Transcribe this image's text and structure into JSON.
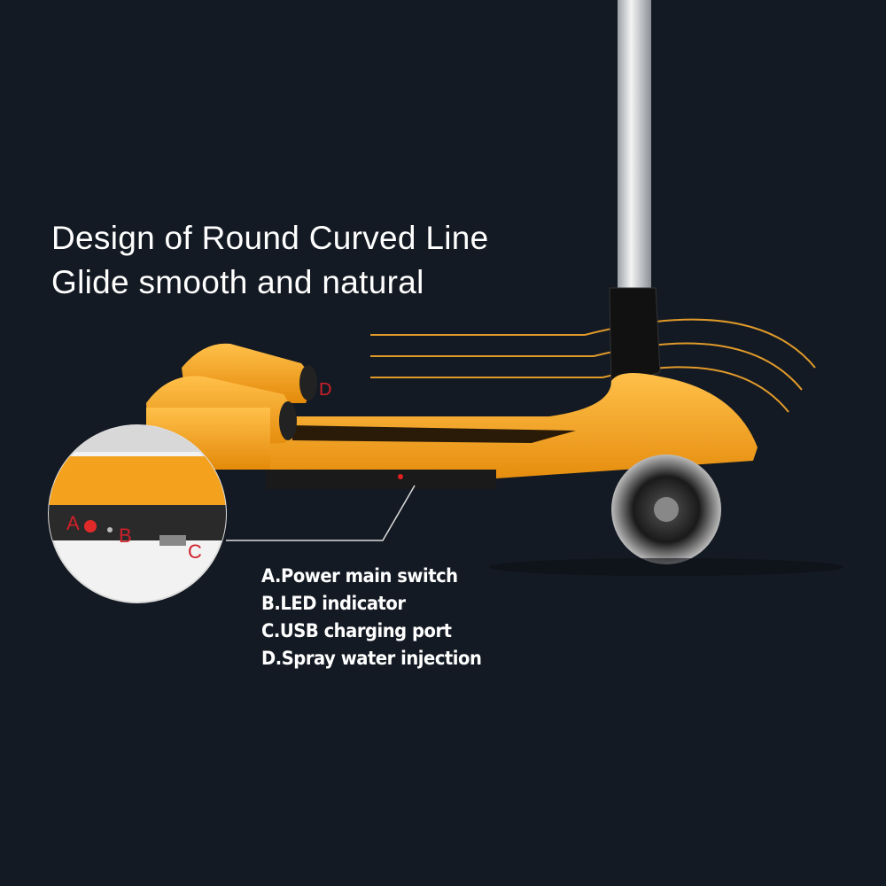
{
  "headline": {
    "line1": "Design of Round Curved Line",
    "line2": "Glide smooth and natural"
  },
  "features": [
    "A.Power main switch",
    "B.LED indicator",
    "C.USB charging port",
    "D.Spray water injection"
  ],
  "callout_labels": {
    "a": "A",
    "b": "B",
    "c": "C",
    "d": "D"
  },
  "colors": {
    "background": "#141a23",
    "body": "#f5a623",
    "label": "#d0202a"
  }
}
